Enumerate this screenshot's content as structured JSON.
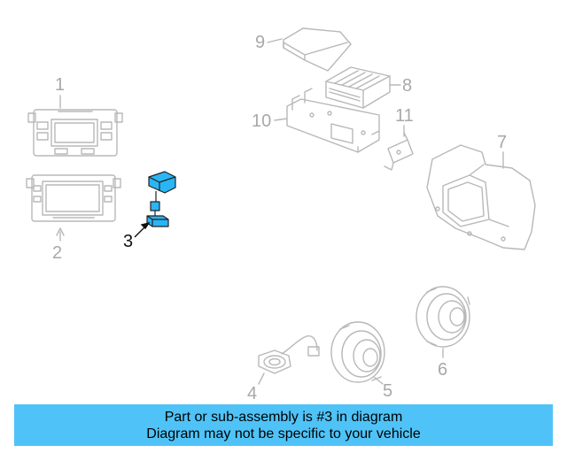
{
  "callouts": {
    "c1": "1",
    "c2": "2",
    "c3": "3",
    "c4": "4",
    "c5": "5",
    "c6": "6",
    "c7": "7",
    "c8": "8",
    "c9": "9",
    "c10": "10",
    "c11": "11"
  },
  "highlight_part": "3",
  "colors": {
    "highlight_fill": "#29b6f6",
    "line": "#b8b8b8",
    "banner_bg": "#4fc3f7"
  },
  "banner": {
    "line1": "Part or sub-assembly is #3 in diagram",
    "line2": "Diagram may not be specific to your vehicle"
  }
}
